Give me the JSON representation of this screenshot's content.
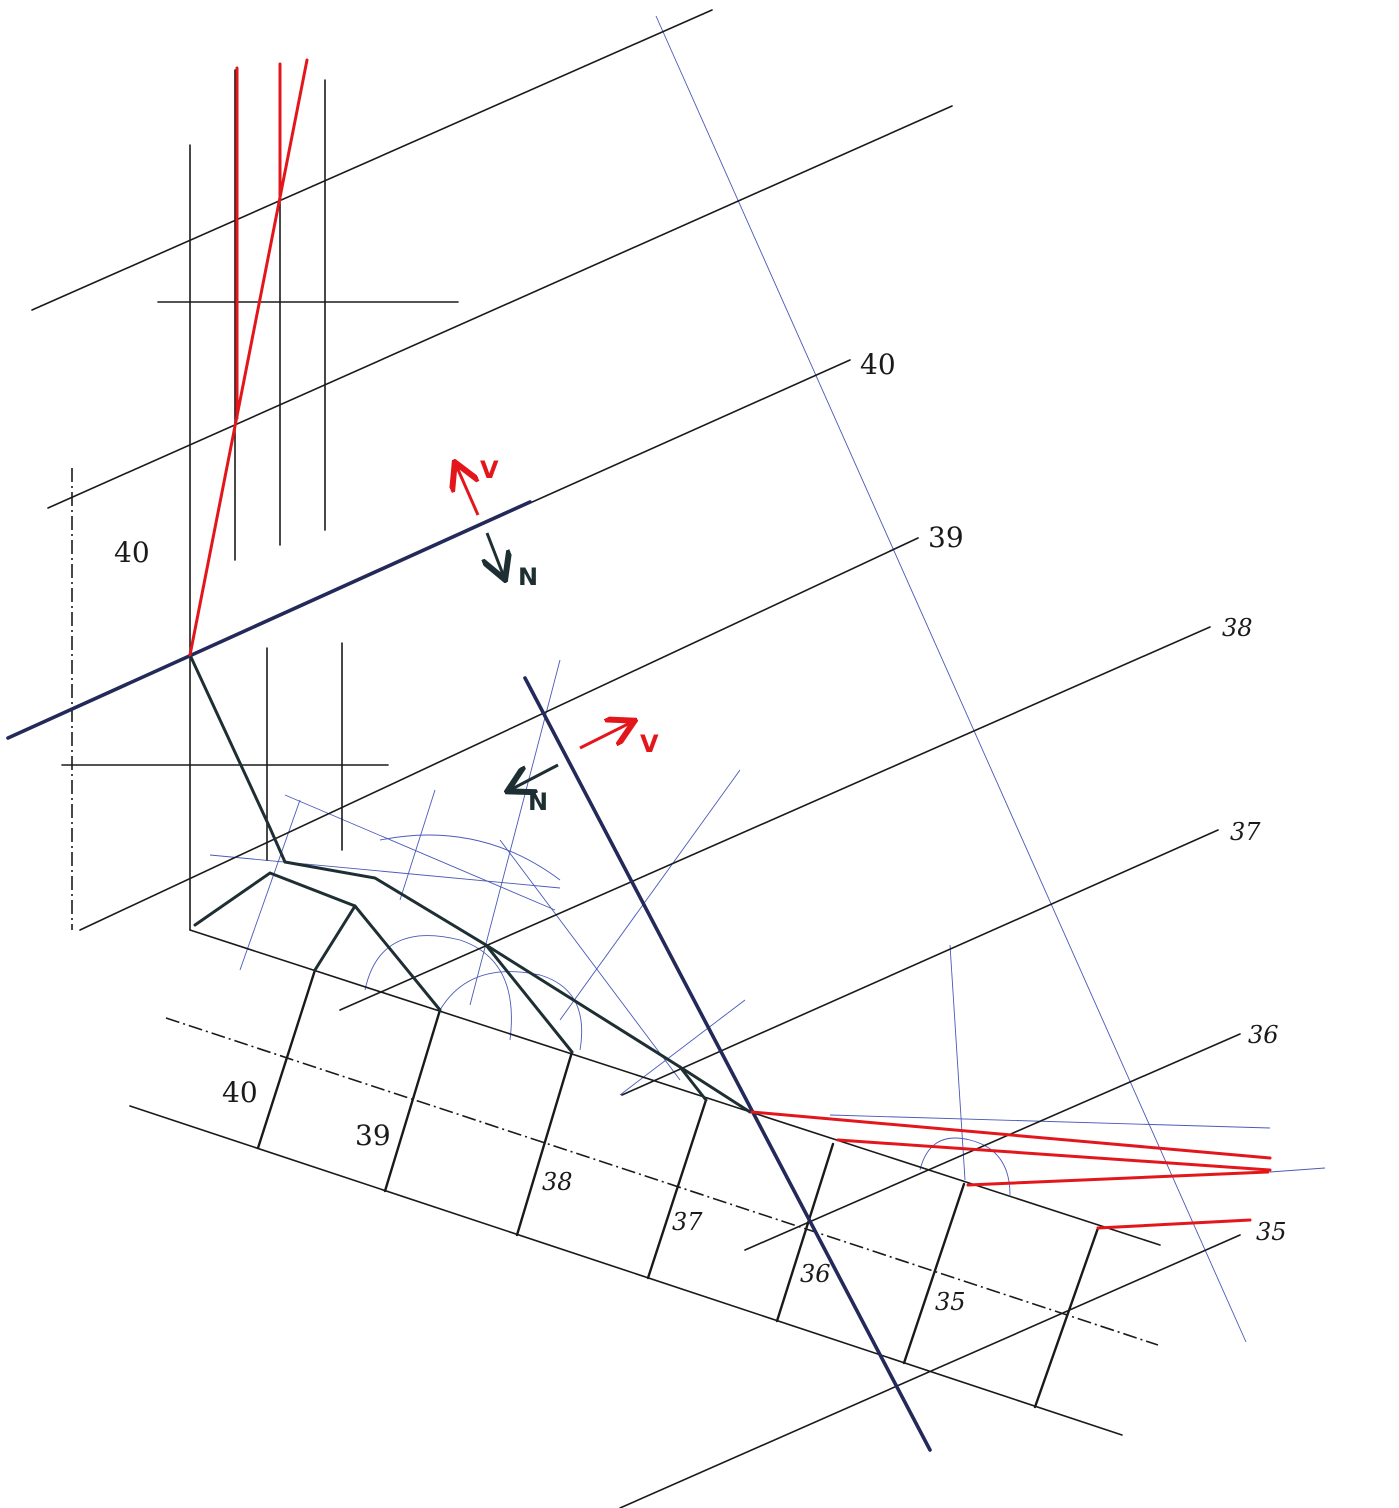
{
  "contours_right": [
    "40",
    "39",
    "38",
    "37",
    "36",
    "35"
  ],
  "contour_left": "40",
  "profile_labels": [
    "40",
    "39",
    "38",
    "37",
    "36",
    "35"
  ],
  "vector_labels": {
    "upper_v": "V",
    "upper_n": "N",
    "lower_v": "V",
    "lower_n": "N"
  },
  "colors": {
    "ink": "#1a1a1a",
    "slope_line": "#232a5a",
    "construction": "#4a5ab8",
    "red_trace": "#e3171b"
  }
}
